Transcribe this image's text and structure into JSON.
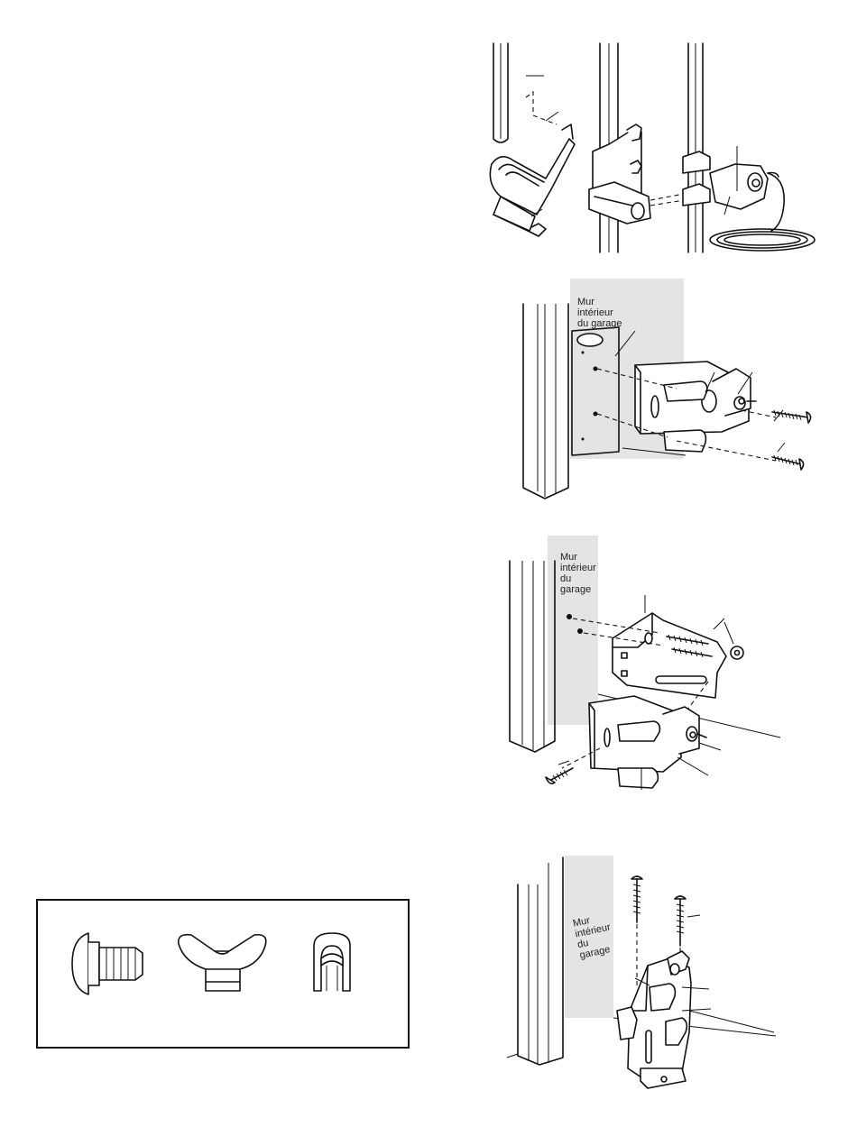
{
  "wall_label": {
    "fig2": "Mur\nintérieur\ndu garage",
    "fig3": "Mur\nintérieur\ndu\ngarage",
    "fig4": "Mur\nintérieur\ndu\ngarage"
  },
  "hardware_box": {
    "items": [
      "carriage-bolt",
      "wing-nut",
      "insulated-staple"
    ]
  },
  "colors": {
    "line": "#111111",
    "wall_shading": "#e4e4e4",
    "background": "#ffffff"
  }
}
